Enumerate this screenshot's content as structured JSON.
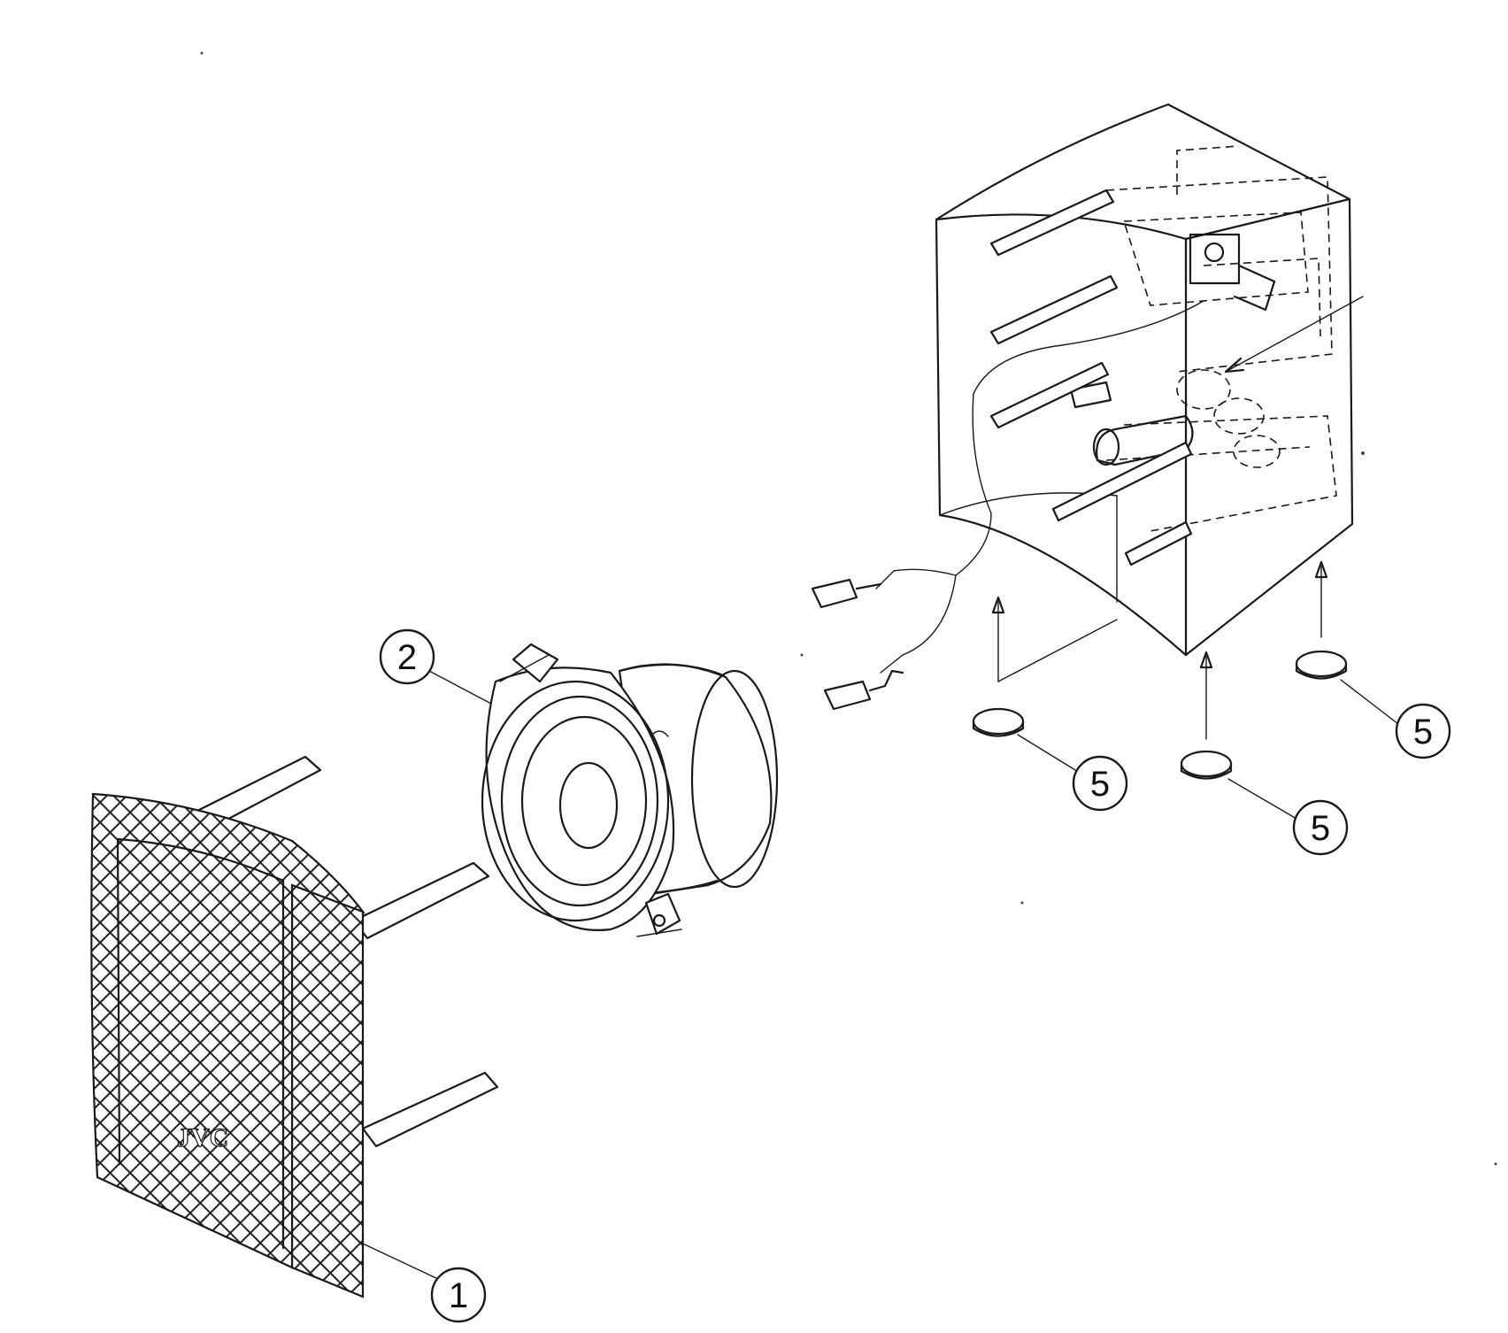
{
  "callouts": {
    "grille": "1",
    "woofer": "2",
    "foot_1": "5",
    "foot_2": "5",
    "foot_3": "5"
  },
  "grille_logo": "JVC"
}
